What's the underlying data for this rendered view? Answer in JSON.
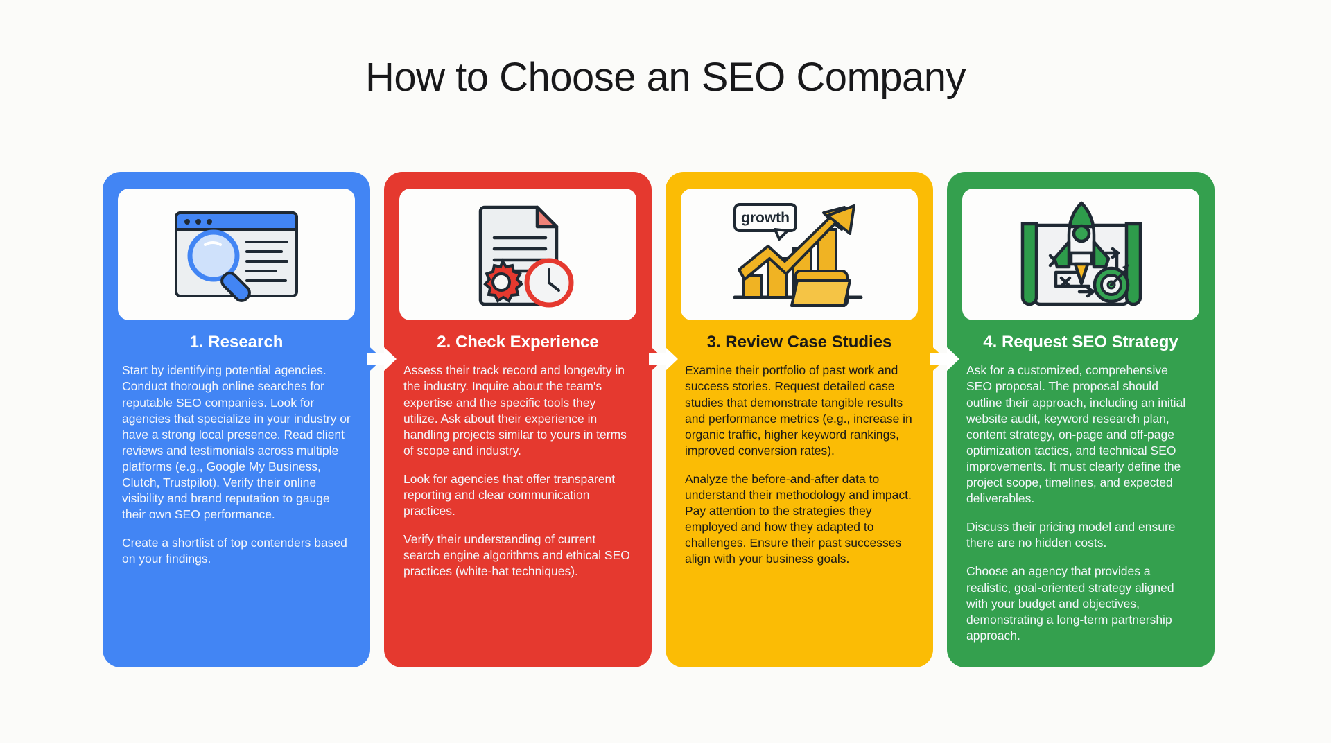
{
  "title": "How to Choose an SEO Company",
  "cards": [
    {
      "id": "research",
      "color": "#4285f4",
      "icon": "browser-search-icon",
      "title": "1. Research",
      "paragraphs": [
        "Start by identifying potential agencies. Conduct thorough online searches for reputable SEO companies. Look for agencies that specialize in your industry or have a strong local presence. Read client reviews and testimonials across multiple platforms (e.g., Google My Business, Clutch, Trustpilot). Verify their online visibility and brand reputation to gauge their own SEO performance.",
        "Create a shortlist of top contenders based on your findings."
      ]
    },
    {
      "id": "check-experience",
      "color": "#e5392f",
      "icon": "document-gear-clock-icon",
      "title": "2. Check Experience",
      "paragraphs": [
        "Assess their track record and longevity in the industry. Inquire about the team's expertise and the specific tools they utilize. Ask about their experience in handling projects similar to yours in terms of scope and industry.",
        "Look for agencies that offer transparent reporting and clear communication practices.",
        "Verify their understanding of current search engine algorithms and ethical SEO practices (white-hat techniques)."
      ]
    },
    {
      "id": "review-case-studies",
      "color": "#fbbc05",
      "icon": "growth-chart-icon",
      "icon_label": "growth",
      "title": "3. Review Case Studies",
      "paragraphs": [
        "Examine their portfolio of past work and success stories. Request detailed case studies that demonstrate tangible results and performance metrics (e.g., increase in organic traffic, higher keyword rankings, improved conversion rates).",
        "Analyze the before-and-after data to understand their methodology and impact. Pay attention to the strategies they employed and how they adapted to challenges. Ensure their past successes align with your business goals."
      ]
    },
    {
      "id": "request-seo-strategy",
      "color": "#34a04e",
      "icon": "rocket-strategy-icon",
      "title": "4. Request SEO Strategy",
      "paragraphs": [
        "Ask for a customized, comprehensive SEO proposal. The proposal should outline their approach, including an initial website audit, keyword research plan, content strategy, on-page and off-page optimization tactics, and technical SEO improvements. It must clearly define the project scope, timelines, and expected deliverables.",
        "Discuss their pricing model and ensure there are no hidden costs.",
        "Choose an agency that provides a realistic, goal-oriented strategy aligned with your budget and objectives, demonstrating a long-term partnership approach."
      ]
    }
  ],
  "connectors": [
    {
      "name": "arrow-research-to-experience",
      "color": "#4285f4"
    },
    {
      "name": "arrow-experience-to-case-studies",
      "color": "#e5392f"
    },
    {
      "name": "arrow-case-studies-to-strategy",
      "color": "#fbbc05"
    }
  ]
}
